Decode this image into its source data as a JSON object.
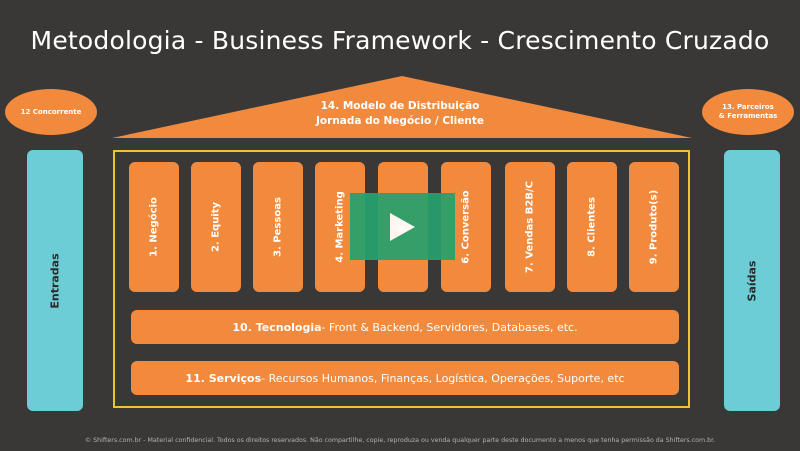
{
  "title": "Metodologia - Business Framework - Crescimento Cruzado",
  "roof": {
    "line1": "14. Modelo de Distribuição",
    "line2": "Jornada do Negócio / Cliente"
  },
  "ovals": {
    "left": "12 Concorrente",
    "right_line1": "13. Parceiros",
    "right_line2": "& Ferramentas"
  },
  "columns": {
    "left": "Entradas",
    "right": "Saídas"
  },
  "pillars": [
    "1. Negócio",
    "2. Equity",
    "3. Pessoas",
    "4. Marketing",
    "5.",
    "6. Conversão",
    "7. Vendas B2B/C",
    "8. Clientes",
    "9. Produto(s)"
  ],
  "bars": {
    "tech_bold": "10. Tecnologia",
    "tech_rest": " - Front & Backend, Servidores, Databases, etc.",
    "serv_bold": "11. Serviços",
    "serv_rest": " - Recursos Humanos, Finanças, Logística, Operações, Suporte, etc"
  },
  "colors": {
    "background": "#3a3836",
    "orange": "#f28a3e",
    "teal": "#6dcdd6",
    "frame": "#f0c22e",
    "play": "#27a06d"
  },
  "footer": "© Shifters.com.br - Material confidencial. Todos os direitos reservados. Não compartilhe, copie, reproduza ou venda qualquer parte deste documento a menos que tenha permissão da Shifters.com.br."
}
